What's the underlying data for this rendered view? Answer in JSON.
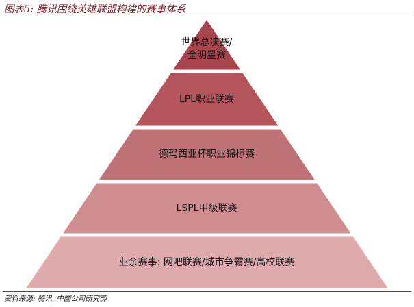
{
  "figure": {
    "title": "图表5: 腾讯围绕英雄联盟构建的赛事体系",
    "source": "资料来源: 腾讯, 中国公司研究部"
  },
  "pyramid": {
    "tiers": [
      {
        "label": "世界总决赛/\n全明星赛",
        "color": "#a8454c"
      },
      {
        "label": "LPL职业联赛",
        "color": "#b3555b"
      },
      {
        "label": "德玛西亚杯职业锦标赛",
        "color": "#c07377"
      },
      {
        "label": "LSPL甲级联赛",
        "color": "#d08d90"
      },
      {
        "label": "业余赛事: 网吧联赛/城市争霸赛/高校联赛",
        "color": "#deaaab"
      }
    ]
  }
}
